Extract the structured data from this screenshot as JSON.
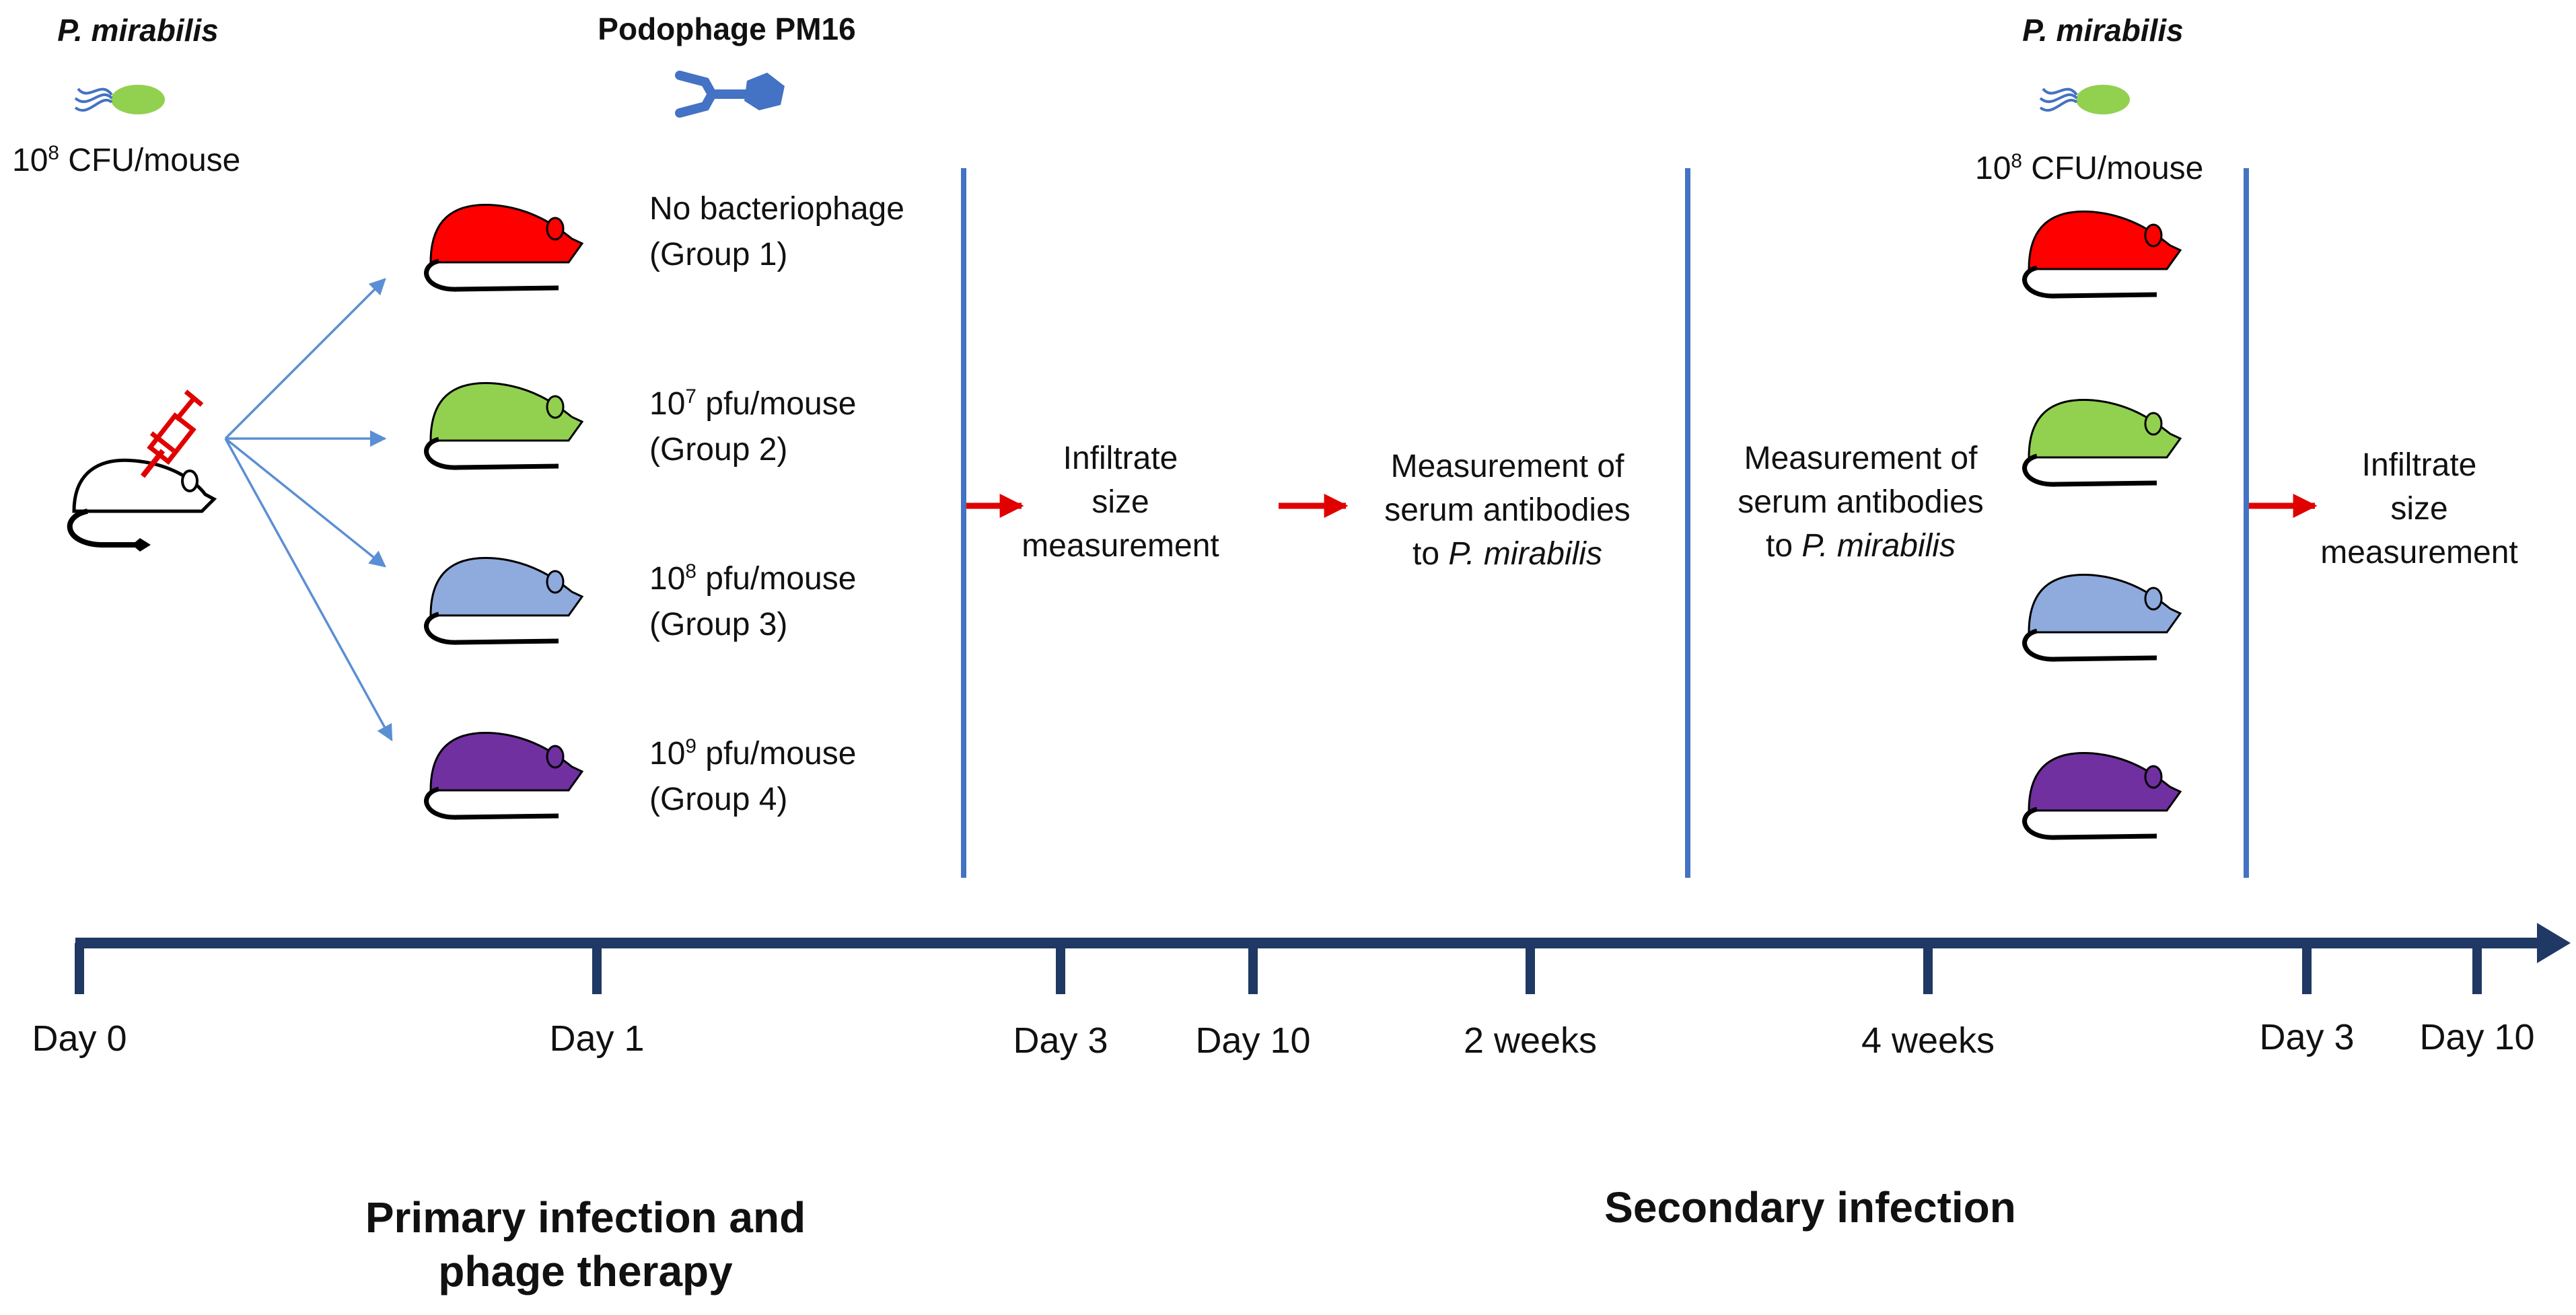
{
  "top": {
    "bacterium_label": "P. mirabilis",
    "dose_base": "10",
    "dose_exp": "8",
    "dose_unit": " CFU/mouse",
    "phage_label": "Podophage PM16",
    "secondary_bacterium_label": "P. mirabilis",
    "secondary_dose_base": "10",
    "secondary_dose_exp": "8",
    "secondary_dose_unit": " CFU/mouse"
  },
  "groups": [
    {
      "line1": "No bacteriophage",
      "line2": "(Group 1)",
      "color": "#ff0000"
    },
    {
      "base": "10",
      "exp": "7",
      "unit": " pfu/mouse",
      "line2": "(Group 2)",
      "color": "#92d050"
    },
    {
      "base": "10",
      "exp": "8",
      "unit": " pfu/mouse",
      "line2": "(Group 3)",
      "color": "#8faadc"
    },
    {
      "base": "10",
      "exp": "9",
      "unit": " pfu/mouse",
      "line2": "(Group 4)",
      "color": "#7030a0"
    }
  ],
  "steps": {
    "infiltrate_1": [
      "Infiltrate",
      "size",
      "measurement"
    ],
    "serum_1": [
      "Measurement of",
      "serum antibodies",
      "to ",
      "P. mirabilis"
    ],
    "serum_2": [
      "Measurement of",
      "serum antibodies",
      "to ",
      "P. mirabilis"
    ],
    "infiltrate_2": [
      "Infiltrate",
      "size",
      "measurement"
    ]
  },
  "timeline": {
    "ticks": [
      "Day 0",
      "Day 1",
      "Day 3",
      "Day 10",
      "2 weeks",
      "4 weeks",
      "Day 3",
      "Day 10"
    ]
  },
  "phases": {
    "primary": [
      "Primary infection and",
      "phage therapy"
    ],
    "secondary": "Secondary infection"
  },
  "colors": {
    "timeline": "#1f3864",
    "divider": "#4472c4",
    "red_arrow": "#e00000",
    "fan_arrow": "#5b8fd4",
    "bacterium": "#92d050",
    "phage": "#4472c4"
  }
}
